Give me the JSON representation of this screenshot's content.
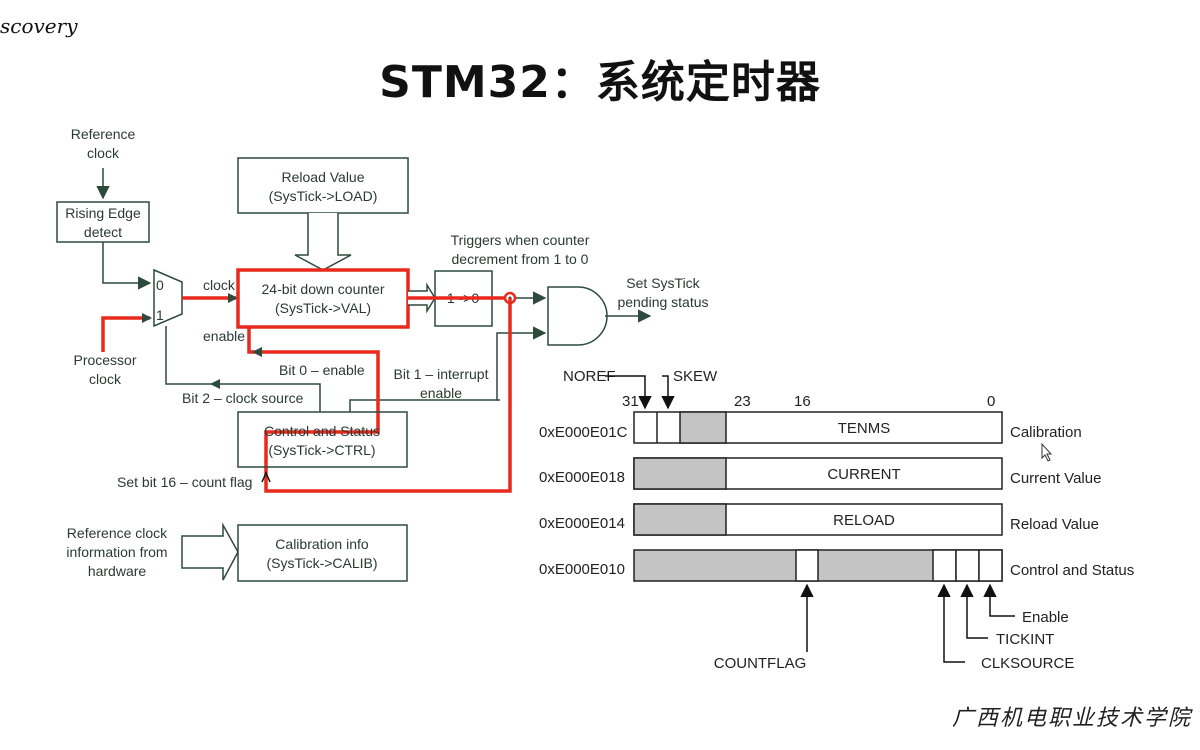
{
  "header": {
    "title": "STM32：系统定时器",
    "logo_text": "scovery",
    "signature": "广西机电职业技术学院"
  },
  "colors": {
    "line": "#2d4a3e",
    "highlight": "#e8291c",
    "reserved_fill": "#c4c4c4"
  },
  "block_diagram": {
    "reference_clock": [
      "Reference",
      "clock"
    ],
    "rising_edge": [
      "Rising Edge",
      "detect"
    ],
    "processor_clock": [
      "Processor",
      "clock"
    ],
    "mux_inputs": [
      "0",
      "1"
    ],
    "clock_label": "clock",
    "enable_label": "enable",
    "reload_value": [
      "Reload Value",
      "(SysTick->LOAD)"
    ],
    "down_counter": [
      "24-bit down counter",
      "(SysTick->VAL)"
    ],
    "trigger_note": [
      "Triggers when counter",
      "decrement from 1 to 0"
    ],
    "trigger_box": "1 ->0",
    "pending_status": [
      "Set SysTick",
      "pending status"
    ],
    "bit0": "Bit 0 – enable",
    "bit1": [
      "Bit 1 – interrupt",
      "enable"
    ],
    "bit2": "Bit 2 – clock source",
    "control_status": [
      "Control and Status",
      "(SysTick->CTRL)"
    ],
    "count_flag": "Set bit 16 – count flag",
    "ref_info": [
      "Reference clock",
      "information from",
      "hardware"
    ],
    "calibration": [
      "Calibration info",
      "(SysTick->CALIB)"
    ]
  },
  "register_map": {
    "bit_labels": [
      "31",
      "23",
      "16",
      "0"
    ],
    "top_arrows": [
      "NOREF",
      "SKEW"
    ],
    "registers": [
      {
        "address": "0xE000E01C",
        "field": "TENMS",
        "name": "Calibration"
      },
      {
        "address": "0xE000E018",
        "field": "CURRENT",
        "name": "Current Value"
      },
      {
        "address": "0xE000E014",
        "field": "RELOAD",
        "name": "Reload Value"
      },
      {
        "address": "0xE000E010",
        "field": "",
        "name": "Control and Status"
      }
    ],
    "ctrl_bits": [
      "COUNTFLAG",
      "Enable",
      "TICKINT",
      "CLKSOURCE"
    ]
  }
}
